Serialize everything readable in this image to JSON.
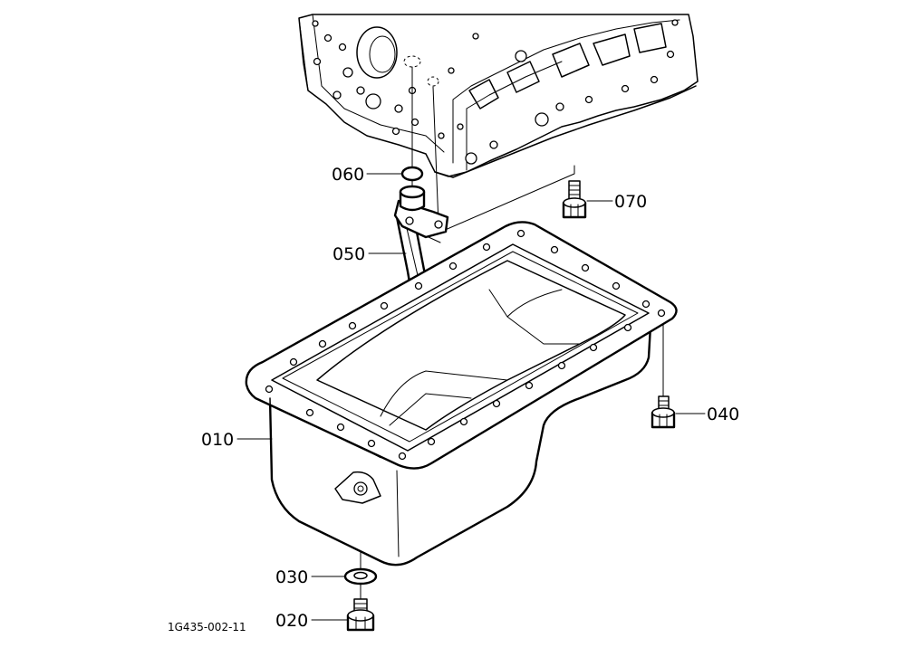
{
  "diagram": {
    "reference_code": "1G435-002-11",
    "parts": [
      {
        "id": "060",
        "label": "060"
      },
      {
        "id": "070",
        "label": "070"
      },
      {
        "id": "050",
        "label": "050"
      },
      {
        "id": "040",
        "label": "040"
      },
      {
        "id": "010",
        "label": "010"
      },
      {
        "id": "030",
        "label": "030"
      },
      {
        "id": "020",
        "label": "020"
      }
    ]
  }
}
